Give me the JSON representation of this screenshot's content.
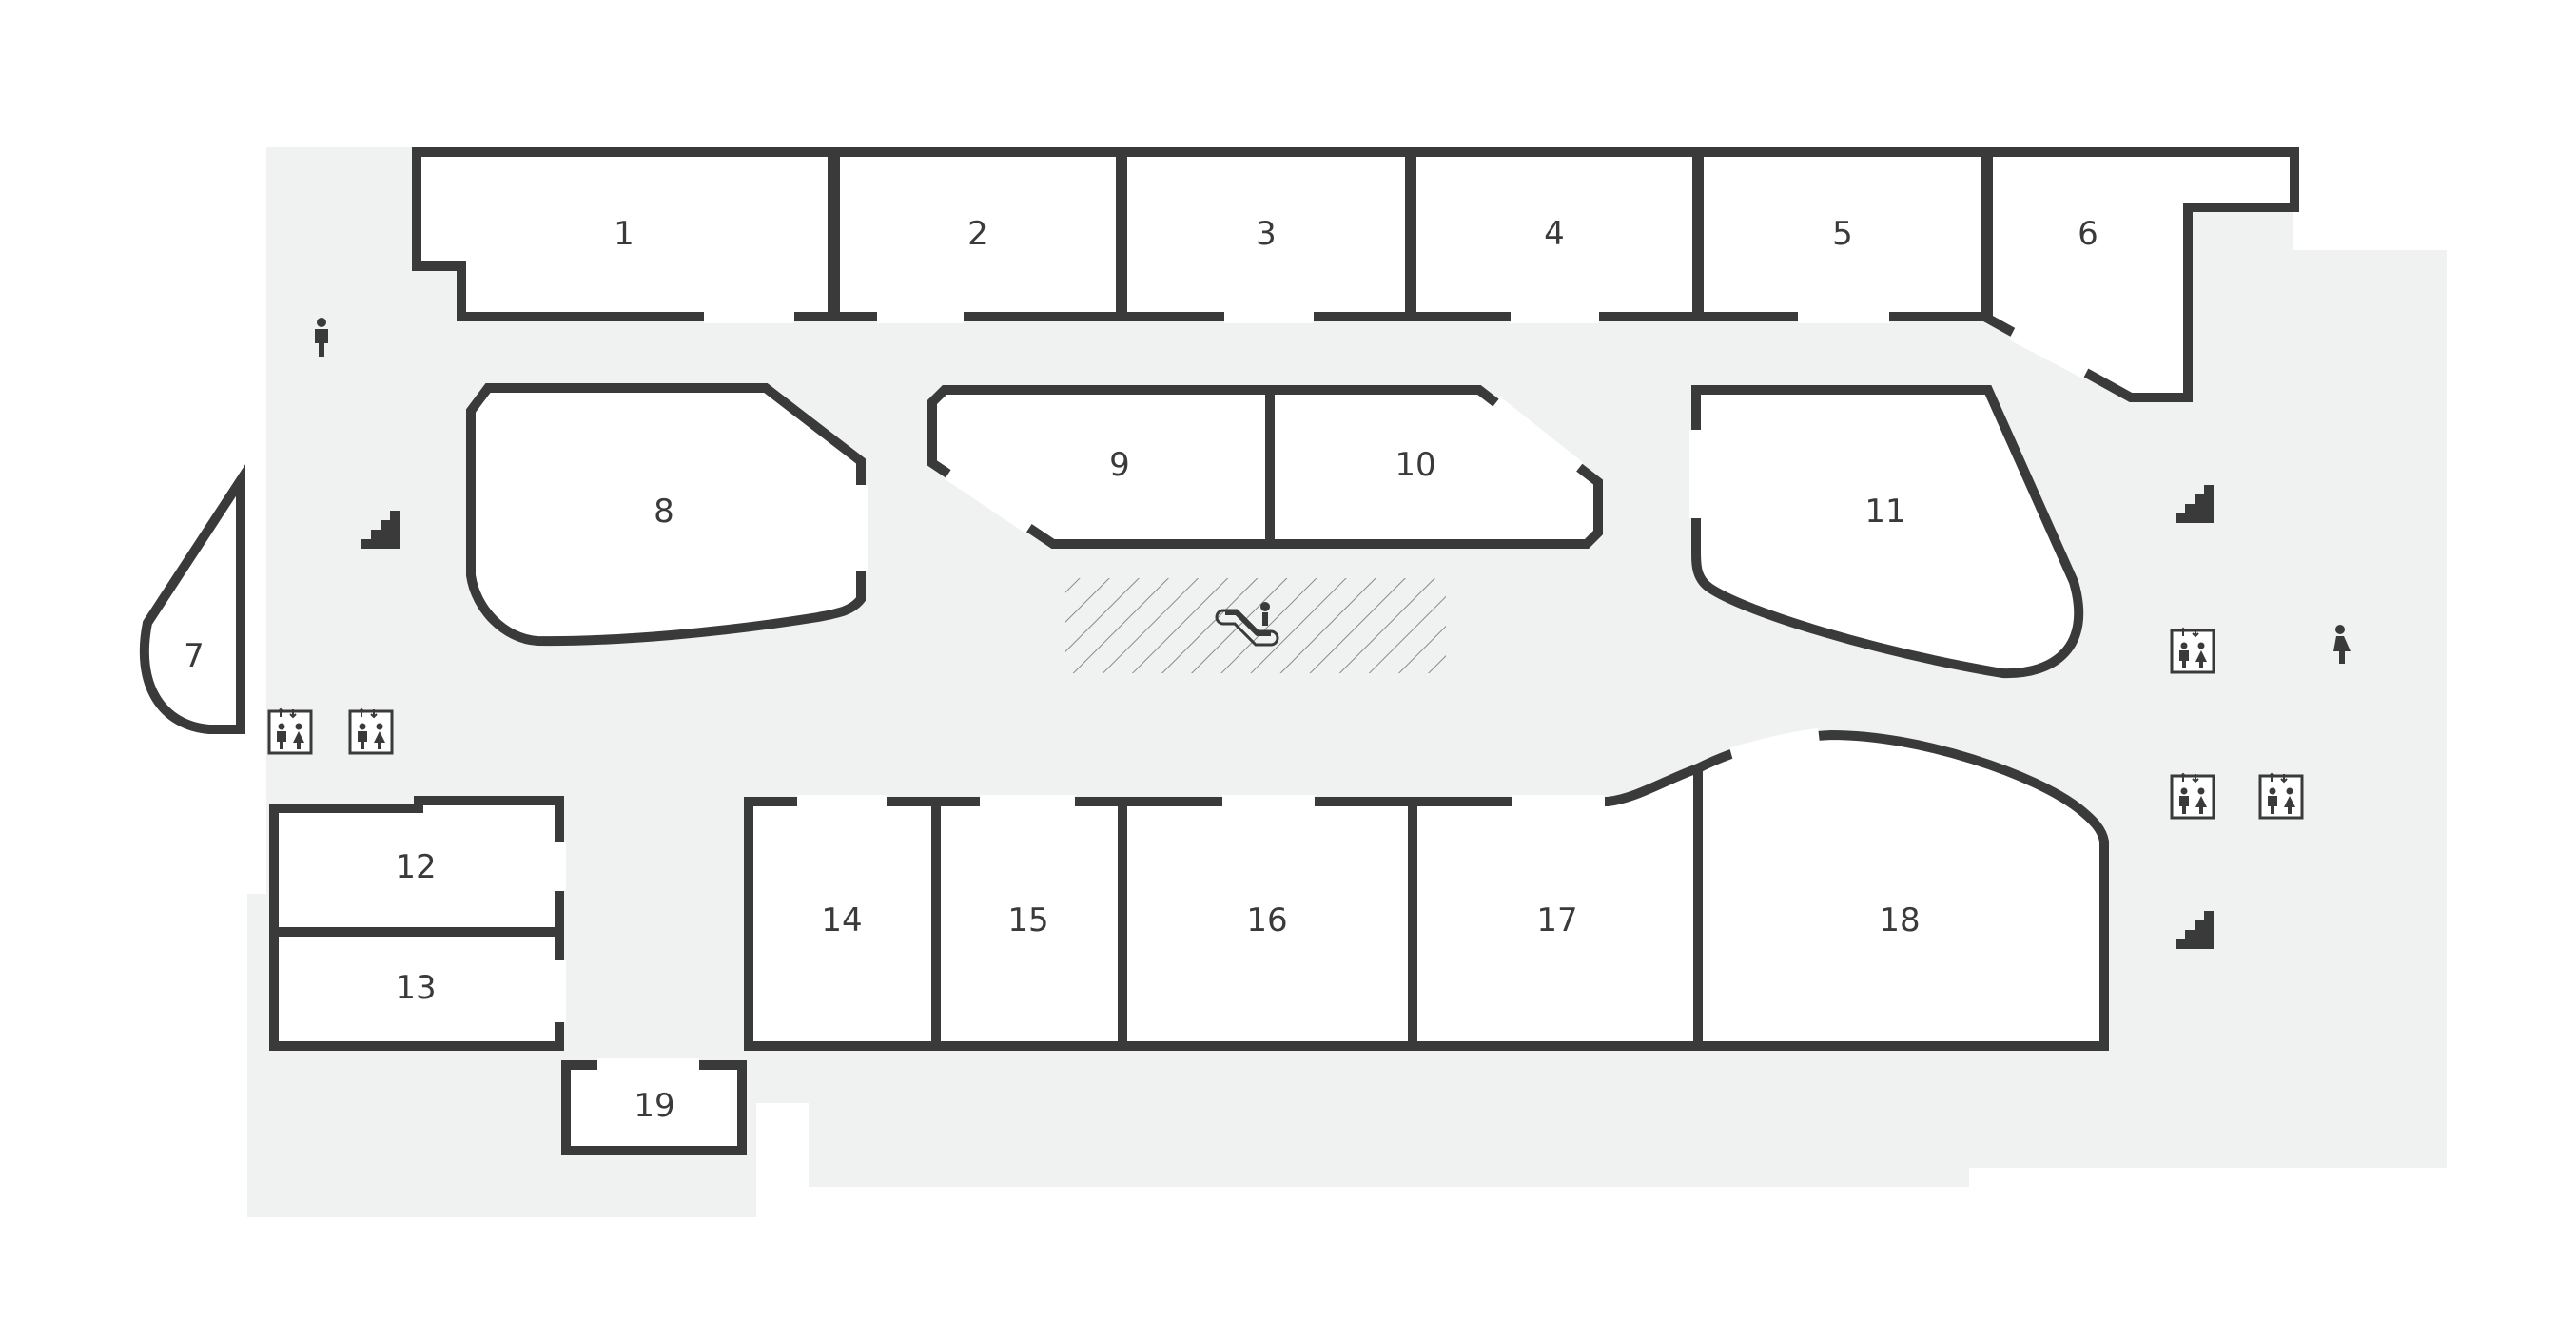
{
  "map": {
    "colors": {
      "wall": "#3a3a3a",
      "floor": "#f0f1f1",
      "store": "#ffffff",
      "background": "#ffffff"
    },
    "units": [
      "1",
      "2",
      "3",
      "4",
      "5",
      "6",
      "7",
      "8",
      "9",
      "10",
      "11",
      "12",
      "13",
      "14",
      "15",
      "16",
      "17",
      "18",
      "19"
    ],
    "icons": {
      "stairs": "stairs-icon",
      "elevator": "elevator-icon",
      "escalator": "escalator-icon",
      "mens_restroom": "mens-restroom-icon",
      "womens_restroom": "womens-restroom-icon"
    }
  }
}
